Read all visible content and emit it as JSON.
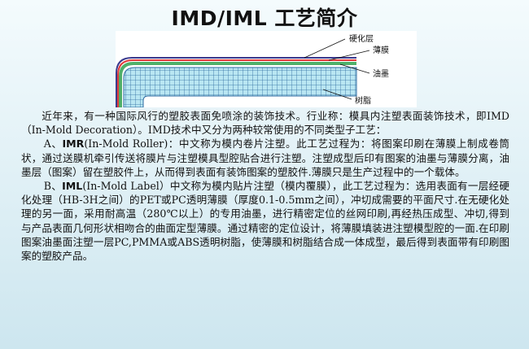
{
  "title": "IMD/IML 工艺简介",
  "diagram": {
    "label_hardcoat": "硬化层",
    "label_film": "薄膜",
    "label_ink": "油墨",
    "label_resin": "树脂",
    "colors": {
      "hardcoat": "#3b3b8f",
      "film": "#e23a3a",
      "ink": "#4fb06a",
      "resin": "#b9e6f2",
      "resin_grid": "#2d6aa0"
    }
  },
  "body": {
    "intro": "近年来，有一种国际风行的塑胶表面免喷涂的装饰技术。行业称：模具内注塑表面装饰技术，即IMD（In-Mold Decoration）。IMD技术中又分为两种较常使用的不同类型子工艺：",
    "imr_prefix": "A、",
    "imr_term": "IMR",
    "imr_text": "(In-Mold Roller)：中文称为模内卷片注塑。此工艺过程为：将图案印刷在薄膜上制成卷筒状，通过送膜机牵引传送将膜片与注塑模具型腔贴合进行注塑。注塑成型后印有图案的油墨与薄膜分离，油墨层（图案）留在塑胶件上，从而得到表面有装饰图案的塑胶件.薄膜只是生产过程中的一个载体。",
    "iml_prefix": "B、",
    "iml_term": "IML",
    "iml_text": "(In-Mold Label）中文称为模内贴片注塑（模内覆膜），此工艺过程为：选用表面有一层经硬化处理（HB-3H之间）的PET或PC透明薄膜（厚度0.1-0.5mm之间），冲切成需要的平面尺寸.在无硬化处理的另一面，采用耐高温（280℃以上）的专用油墨，进行精密定位的丝网印刷,再经热压成型、冲切,得到与产品表面几何形状相吻合的曲面定型薄膜。通过精密的定位设计，将薄膜填装进注塑模型腔的一面.在印刷图案油墨面注塑一层PC,PMMA或ABS透明树脂，使薄膜和树脂结合成一体成型，最后得到表面带有印刷图案的塑胶产品。"
  }
}
